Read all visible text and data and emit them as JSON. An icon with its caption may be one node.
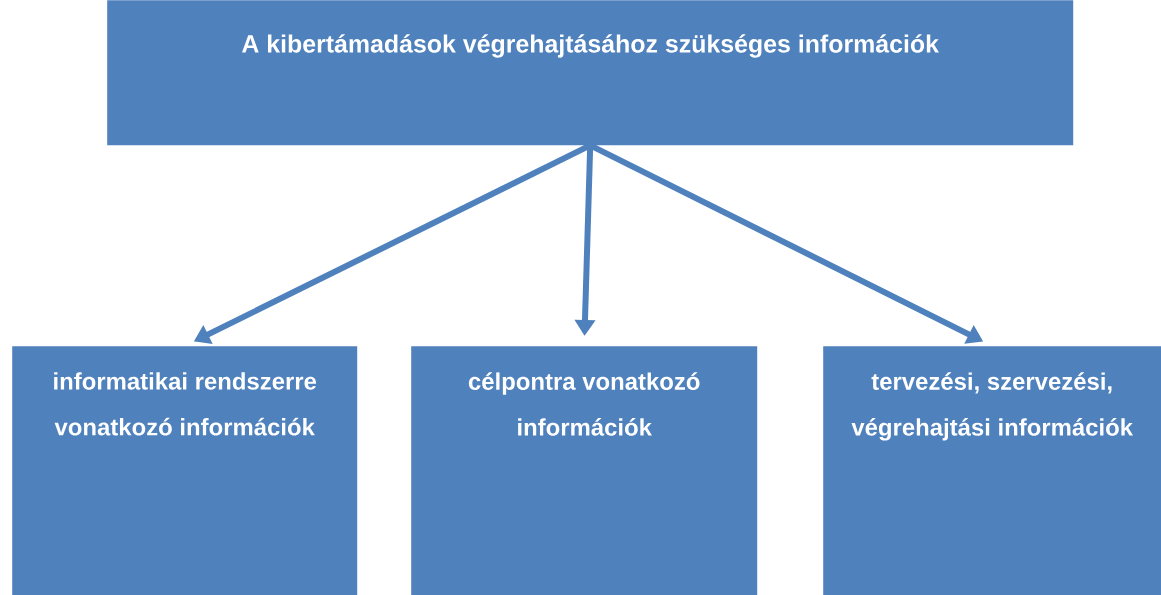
{
  "diagram": {
    "nodes": [
      {
        "text": [
          "A kibertámadások végrehajtásához szükséges információk"
        ]
      },
      {
        "text": [
          "informatikai rendszerre vonatkozó információk"
        ]
      },
      {
        "text": [
          "célpontra vonatkozó információk"
        ]
      },
      {
        "text": [
          "tervezési, szervezési, végrehajtási információk"
        ]
      }
    ],
    "edges": [
      {
        "from": 0,
        "to": 1,
        "arrow": "to"
      },
      {
        "from": 0,
        "to": 2,
        "arrow": "to"
      },
      {
        "from": 0,
        "to": 3,
        "arrow": "to"
      }
    ]
  }
}
